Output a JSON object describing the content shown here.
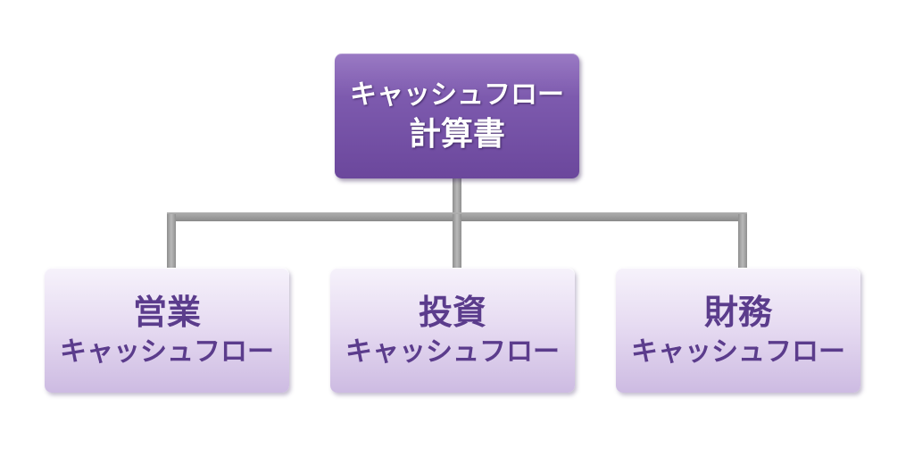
{
  "root": {
    "line1": "キャッシュフロー",
    "line2": "計算書"
  },
  "children": [
    {
      "title": "営業",
      "subtitle": "キャッシュフロー"
    },
    {
      "title": "投資",
      "subtitle": "キャッシュフロー"
    },
    {
      "title": "財務",
      "subtitle": "キャッシュフロー"
    }
  ],
  "colors": {
    "root_fill": "#7d5aae",
    "child_fill": "#e7dcf2",
    "child_text": "#5b3c8c",
    "connector": "#a0a0a0"
  }
}
